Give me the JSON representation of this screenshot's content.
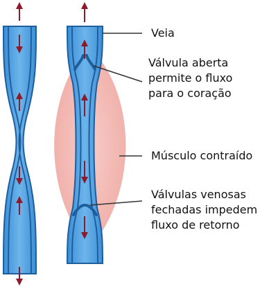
{
  "labels": {
    "veia": "Veia",
    "valvula_aberta": [
      "Válvula aberta",
      "permite o fluxo",
      "para o coração"
    ],
    "musculo": "Músculo contraído",
    "valvulas_fechadas": [
      "Válvulas venosas",
      "fechadas impedem",
      "fluxo de retorno"
    ]
  },
  "colors": {
    "vein_fill": "#4a9fe0",
    "vein_light": "#9ecff2",
    "vein_outline": "#1f5e9c",
    "muscle": "#f3b3ae",
    "arrow": "#8b1a2b",
    "leader": "#333333"
  }
}
